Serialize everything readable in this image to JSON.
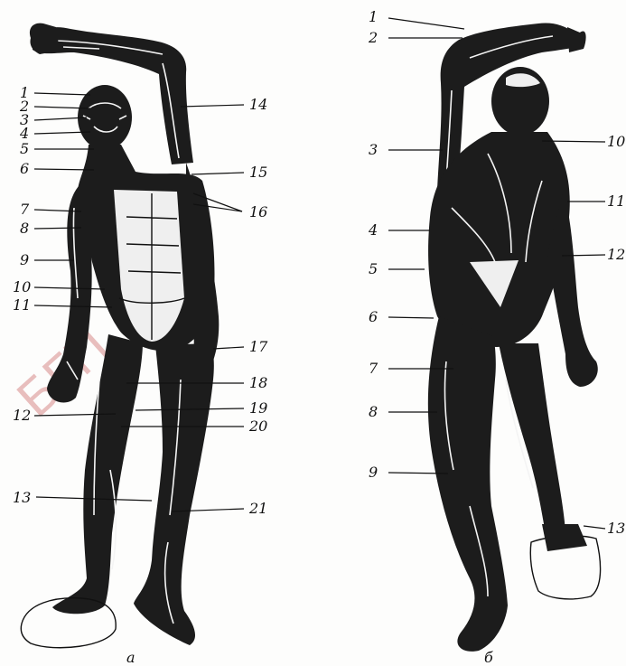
{
  "watermark": "БГП",
  "figure_a": {
    "caption": "а",
    "left_labels": [
      "1",
      "2",
      "3",
      "4",
      "5",
      "6",
      "7",
      "8",
      "9",
      "10",
      "11",
      "12",
      "13"
    ],
    "right_labels": [
      "14",
      "15",
      "16",
      "17",
      "18",
      "19",
      "20",
      "21"
    ]
  },
  "figure_b": {
    "caption": "б",
    "left_labels": [
      "1",
      "2",
      "3",
      "4",
      "5",
      "6",
      "7",
      "8",
      "9"
    ],
    "right_labels": [
      "10",
      "11",
      "12",
      "13"
    ]
  }
}
